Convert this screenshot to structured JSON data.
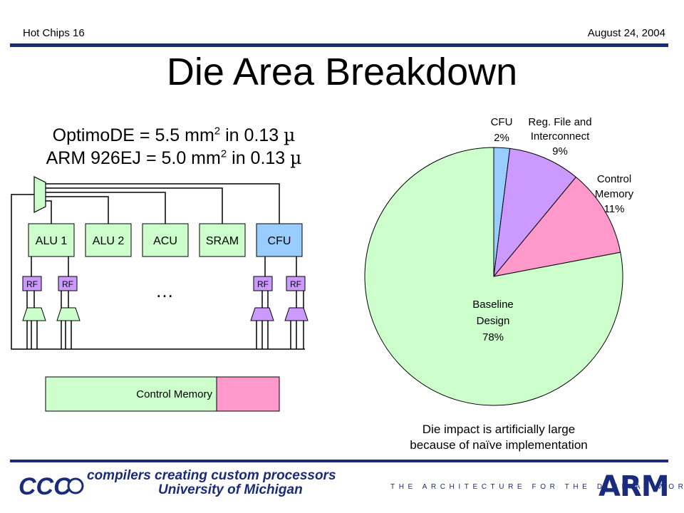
{
  "header": {
    "left": "Hot Chips 16",
    "right": "August 24, 2004"
  },
  "title": "Die Area Breakdown",
  "area": {
    "line1_prefix": "OptimoDE = 5.5 mm",
    "line1_sup": "2",
    "line1_suffix": " in 0.13 ",
    "line2_prefix": "ARM 926EJ = 5.0 mm",
    "line2_sup": "2",
    "line2_suffix": " in 0.13 ",
    "micro": "µ"
  },
  "diagram": {
    "units": [
      "ALU 1",
      "ALU 2",
      "ACU",
      "SRAM",
      "CFU"
    ],
    "rf_label": "RF",
    "ellipsis": "…",
    "control_memory": "Control Memory",
    "colors": {
      "unit": "#ccffcc",
      "cfu": "#99ccff",
      "rf": "#cc99ff",
      "control": "#ff99cc"
    }
  },
  "chart_data": {
    "type": "pie",
    "slices": [
      {
        "label": "CFU 2%",
        "value": 2,
        "color": "#99ccff"
      },
      {
        "label": "Reg. File and Interconnect 9%",
        "value": 9,
        "color": "#cc99ff"
      },
      {
        "label": "Control Memory 11%",
        "value": 11,
        "color": "#ff99cc"
      },
      {
        "label": "Baseline Design 78%",
        "value": 78,
        "color": "#ccffcc"
      }
    ],
    "labels": {
      "cfu": [
        "CFU",
        "2%"
      ],
      "regfile": [
        "Reg. File and",
        "Interconnect",
        "9%"
      ],
      "control": [
        "Control",
        "Memory",
        "11%"
      ],
      "baseline": [
        "Baseline",
        "Design",
        "78%"
      ]
    }
  },
  "note": [
    "Die impact is artificially large",
    "because of naïve implementation"
  ],
  "footer": {
    "logo": "CCC",
    "line1": "compilers creating custom processors",
    "line2": "University of Michigan",
    "tagline": "THE ARCHITECTURE FOR THE DIGITAL WORLD®",
    "arm_logo": "ARM"
  }
}
